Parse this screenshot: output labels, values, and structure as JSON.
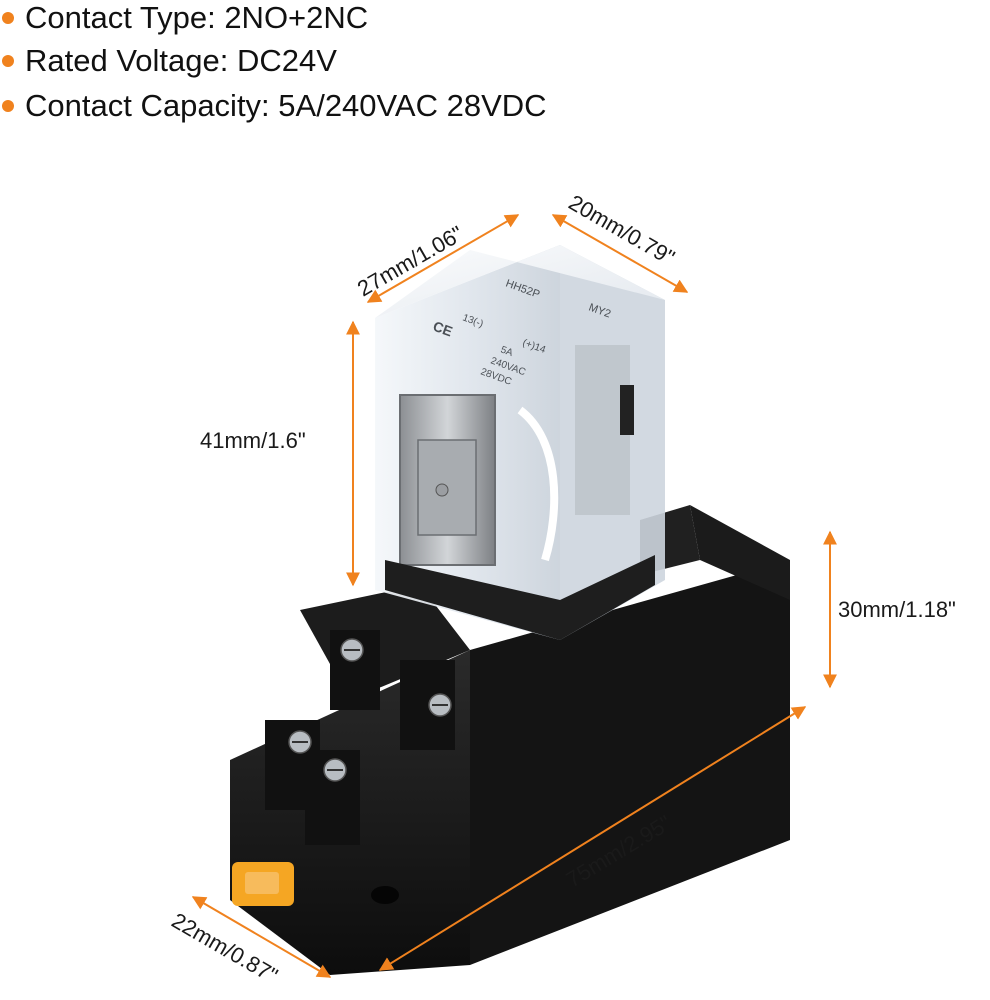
{
  "specs": [
    {
      "label": "Contact Type: 2NO+2NC"
    },
    {
      "label": "Rated Voltage: DC24V"
    },
    {
      "label": "Contact Capacity: 5A/240VAC 28VDC"
    }
  ],
  "dimensions": {
    "relay_width": "27mm/1.06\"",
    "relay_depth": "20mm/0.79\"",
    "relay_height": "41mm/1.6\"",
    "socket_height": "30mm/1.18\"",
    "socket_length": "75mm/2.95\"",
    "socket_width": "22mm/0.87\""
  },
  "relay_markings": {
    "model": "HH52P",
    "type": "MY2",
    "ce": "CE",
    "rating_1": "5A",
    "rating_2": "240VAC",
    "rating_3": "28VDC",
    "terminal_13": "13(-)",
    "terminal_14": "(+)14"
  },
  "colors": {
    "accent": "#F0821E",
    "socket_body": "#141414",
    "relay_cover": "#E8EDF2",
    "clip": "#F5A623"
  }
}
